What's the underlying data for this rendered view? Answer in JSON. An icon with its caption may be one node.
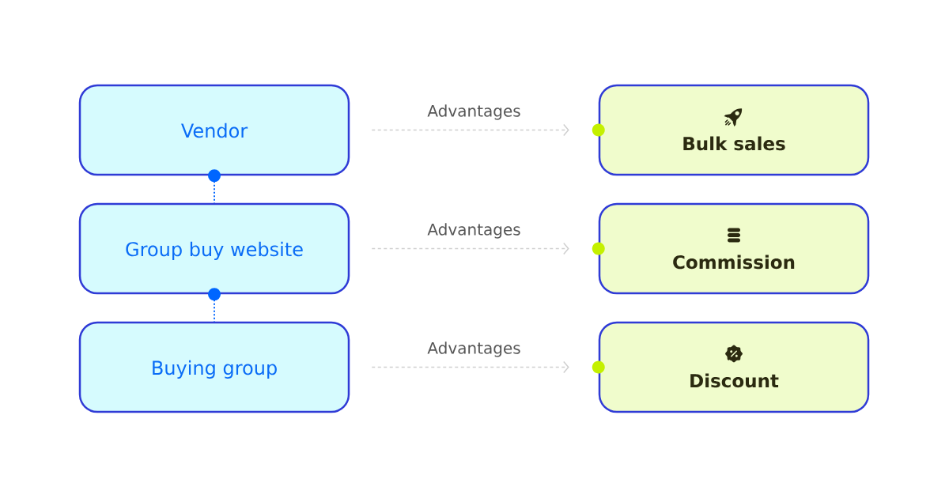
{
  "diagram": {
    "nodes": [
      {
        "text": [
          "Vendor"
        ]
      },
      {
        "text": [
          "Group buy website"
        ]
      },
      {
        "text": [
          "Buying group"
        ]
      },
      {
        "text": [
          "Bulk sales"
        ]
      },
      {
        "text": [
          "Commission"
        ]
      },
      {
        "text": [
          "Discount"
        ]
      }
    ],
    "edges": [
      {
        "from": 0,
        "to": 1,
        "arrow": "other",
        "style": "dashed",
        "color": "#0066ff"
      },
      {
        "from": 1,
        "to": 2,
        "arrow": "other",
        "style": "dashed",
        "color": "#0066ff"
      },
      {
        "from": 0,
        "to": 3,
        "arrow": "to",
        "label": "Advantages",
        "style": "dashed"
      },
      {
        "from": 1,
        "to": 4,
        "arrow": "to",
        "label": "Advantages",
        "style": "dashed"
      },
      {
        "from": 2,
        "to": 5,
        "arrow": "to",
        "label": "Advantages",
        "style": "dashed"
      }
    ]
  }
}
